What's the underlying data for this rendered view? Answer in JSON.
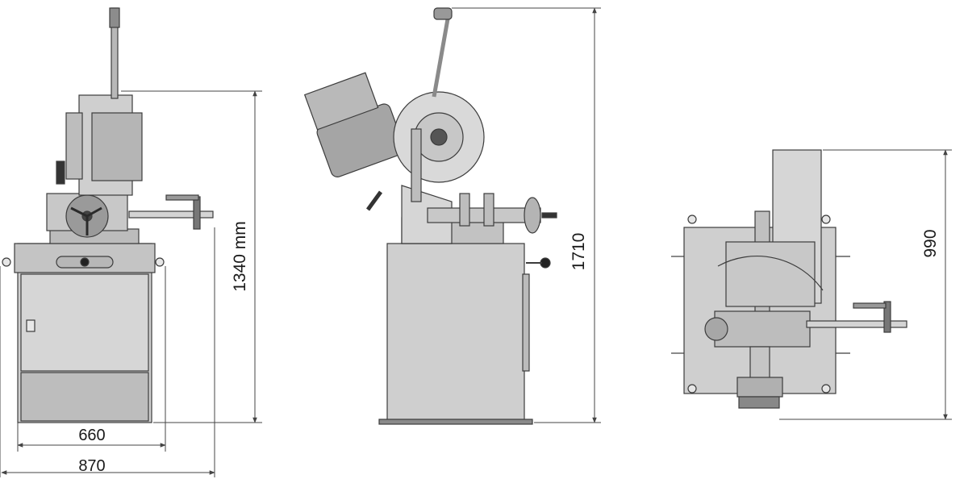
{
  "dimensions": {
    "width_660": "660",
    "width_870": "870",
    "height_1340": "1340 mm",
    "height_1710": "1710",
    "depth_990": "990"
  },
  "colors": {
    "body_fill": "#cfcfcf",
    "body_dark": "#a9a9a9",
    "line": "#3c3c3c",
    "dim_line": "#444444"
  }
}
